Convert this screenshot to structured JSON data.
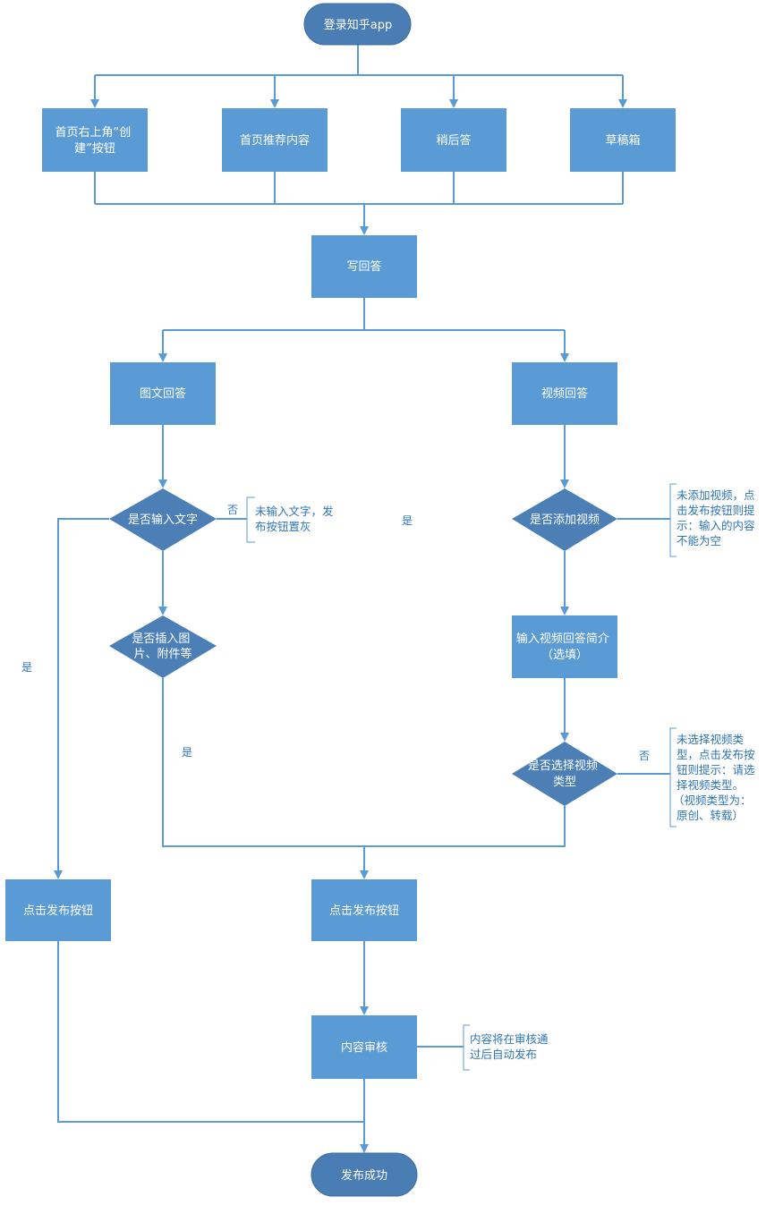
{
  "colors": {
    "box": "#5b9bd5",
    "diamond": "#4b7fb6",
    "terminal": "#4a7db3",
    "line": "#5b9bd5",
    "text": "#ffffff",
    "note_text": "#2e75b6"
  },
  "nodes": {
    "start": "登录知乎app",
    "entry_create": [
      "首页右上角“创",
      "建”按钮"
    ],
    "entry_recommend": "首页推荐内容",
    "entry_later": "稍后答",
    "entry_drafts": "草稿箱",
    "write_answer": "写回答",
    "image_text_answer": "图文回答",
    "video_answer": "视频回答",
    "decision_text": "是否输入文字",
    "decision_images": [
      "是否插入图",
      "片、附件等"
    ],
    "decision_video": "是否添加视频",
    "video_intro": [
      "输入视频回答简介",
      "（选填）"
    ],
    "decision_video_type": [
      "是否选择视频",
      "类型"
    ],
    "publish_left": "点击发布按钮",
    "publish_center": "点击发布按钮",
    "review": "内容审核",
    "end": "发布成功"
  },
  "edge_labels": {
    "text_no": "否",
    "text_yes_middle": "是",
    "text_yes_left": "是",
    "images_yes": "是",
    "video_type_no": "否"
  },
  "notes": {
    "text_note": [
      "未输入文字，发",
      "布按钮置灰"
    ],
    "video_note": [
      "未添加视频，点",
      "击发布按钮则提",
      "示：输入的内容",
      "不能为空"
    ],
    "video_type_note": [
      "未选择视频类",
      "型，点击发布按",
      "钮则提示：请选",
      "择视频类型。",
      "（视频类型为：",
      "原创、转载）"
    ],
    "review_note": [
      "内容将在审核通",
      "过后自动发布"
    ]
  }
}
